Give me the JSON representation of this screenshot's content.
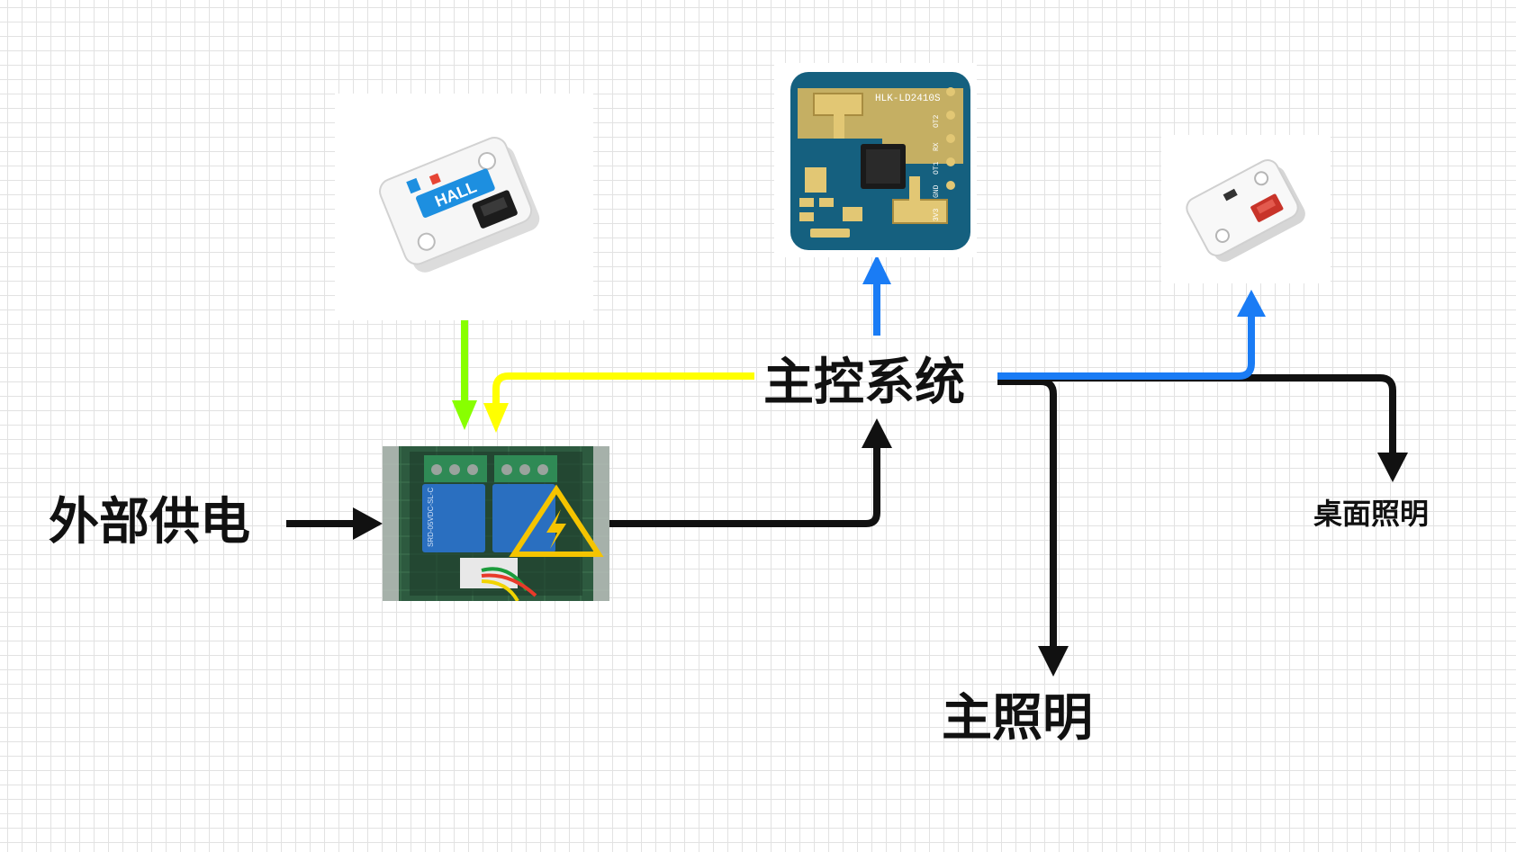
{
  "labels": {
    "power": "外部供电",
    "main_control": "主控系统",
    "desk_light": "桌面照明",
    "main_light": "主照明"
  },
  "modules": {
    "hall_sensor": {
      "text": "HALL"
    },
    "radar_sensor": {
      "text": "HLK-LD2410S",
      "pins": [
        "OT2",
        "RX",
        "OT1",
        "GND",
        "3V3"
      ]
    },
    "light_sensor": {},
    "relay": {
      "text": "SRD-05VDC-SL-C"
    }
  },
  "colors": {
    "arrow_black": "#111111",
    "arrow_blue": "#1a7cf5",
    "arrow_yellow": "#ffff00",
    "arrow_green": "#88ff00",
    "pcb_blue": "#15607f",
    "pcb_gold": "#d8b860",
    "relay_blue": "#2a6fc0",
    "warning_yellow": "#f5c400"
  }
}
